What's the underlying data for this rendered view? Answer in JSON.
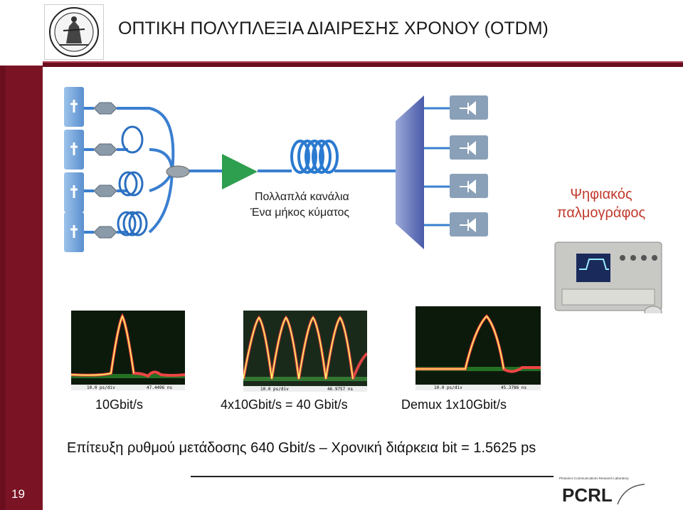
{
  "header": {
    "title": "ΟΠΤΙΚΗ ΠΟΛΥΠΛΕΞΙΑ ΔΙΑΙΡΕΣΗΣ ΧΡΟΝΟΥ (OTDM)"
  },
  "diagram": {
    "channel_caption_line1": "Πολλαπλά κανάλια",
    "channel_caption_line2": "Ένα μήκος κύματος",
    "scope_label_line1": "Ψηφιακός",
    "scope_label_line2": "παλμογράφος"
  },
  "eye_diagrams": [
    {
      "label": "10Gbit/s",
      "footer_left": "10.0 ps/div",
      "footer_right": "47.4496 ns"
    },
    {
      "label": "4x10Gbit/s = 40 Gbit/s",
      "footer_left": "10.0 ps/div",
      "footer_right": "46.9757 ns"
    },
    {
      "label": "Demux 1x10Gbit/s",
      "footer_left": "10.0 ps/div",
      "footer_right": "45.3786 ns"
    }
  ],
  "summary": "Επίτευξη ρυθμού μετάδοσης 640 Gbit/s – Χρονική διάρκεια bit = 1.5625 ps",
  "footer": {
    "slide_number": "19",
    "lab_logo_text": "PCRL",
    "lab_name": "Photonics Communications Research Laboratory"
  },
  "colors": {
    "sidebar": "#6b0f1f",
    "accent_red": "#c0392b",
    "amplifier_green": "#2e9e4f",
    "fiber_blue": "#3a7fd0"
  }
}
